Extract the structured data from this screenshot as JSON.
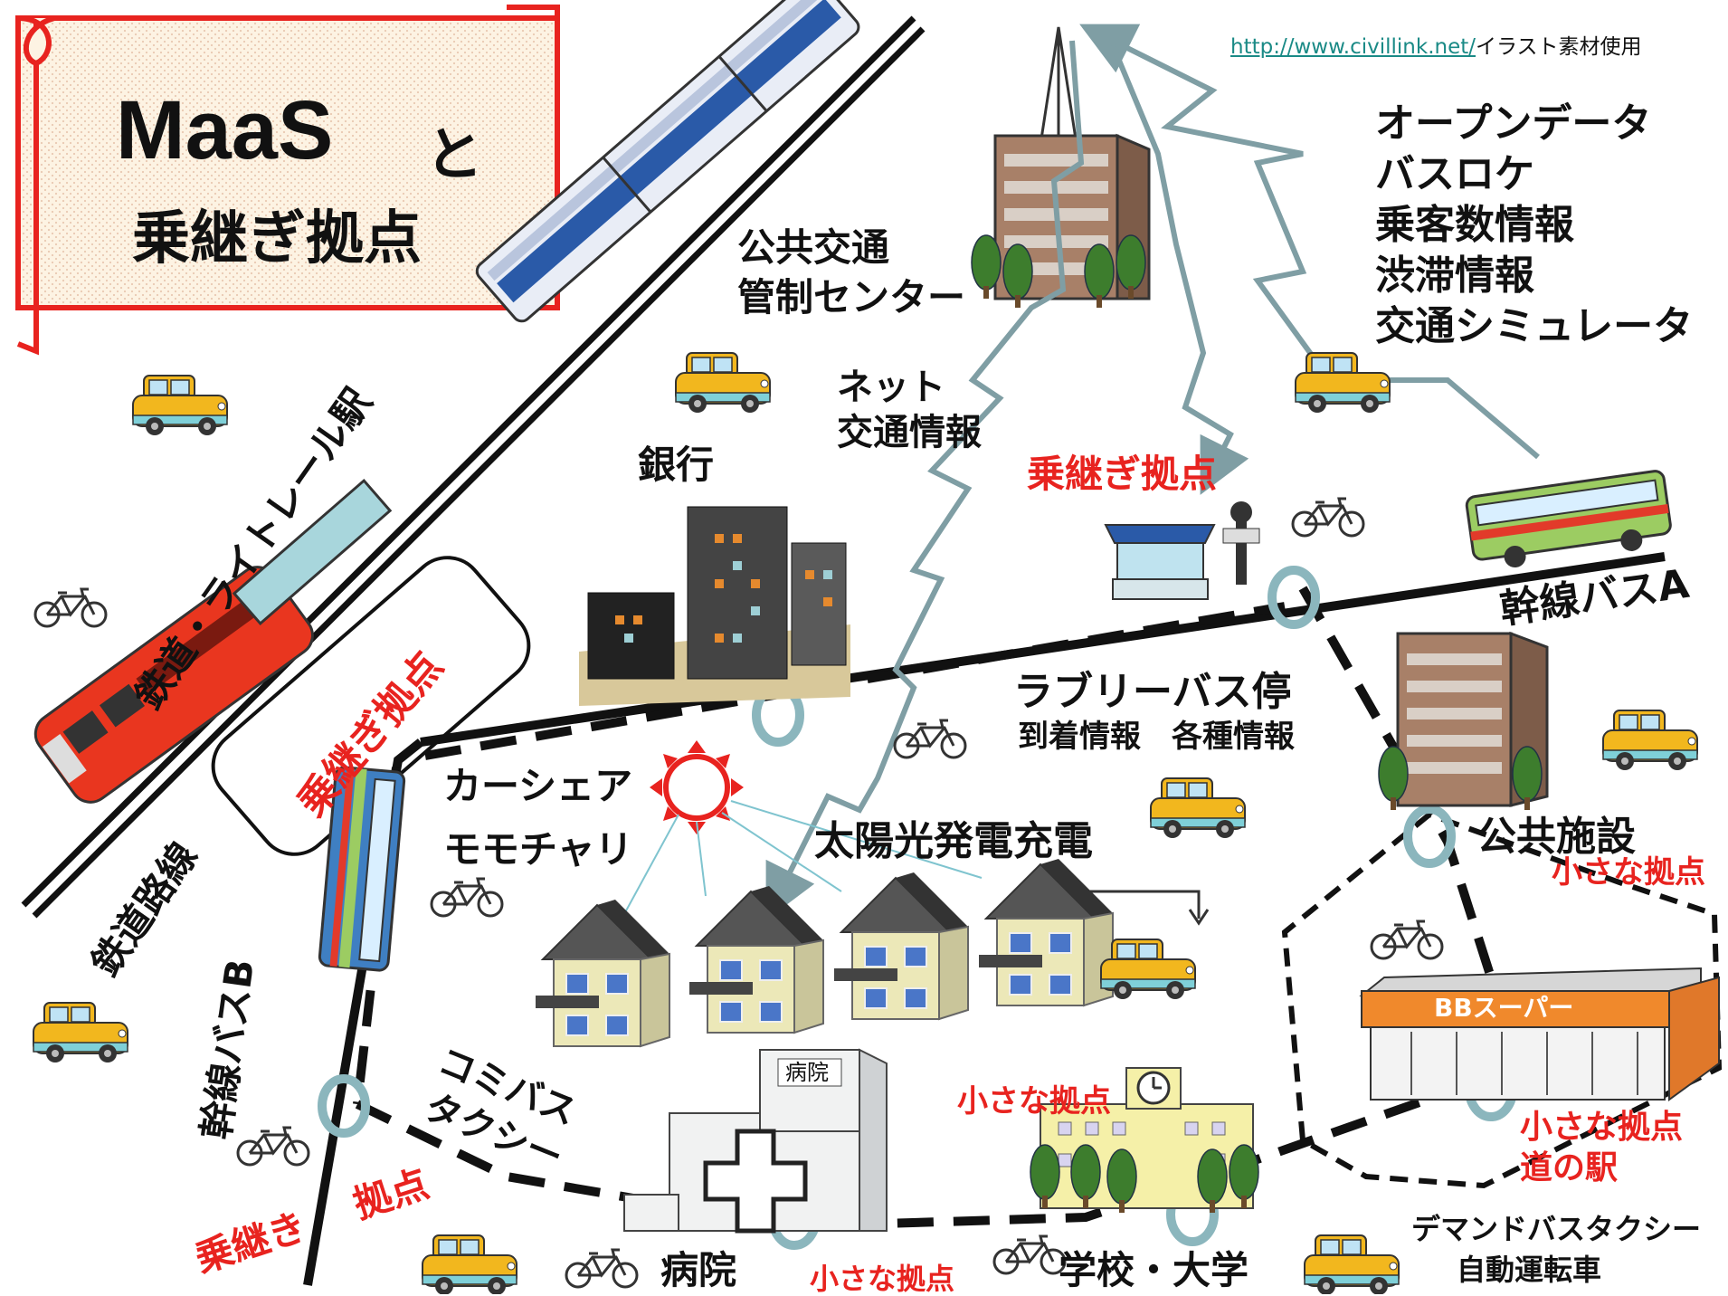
{
  "title": {
    "main": "MaaS",
    "connector": "と",
    "sub": "乗継ぎ拠点"
  },
  "credit": {
    "url": "http://www.civillink.net/",
    "text": "イラスト素材使用"
  },
  "open_data": {
    "items": [
      "オープンデータ",
      "バスロケ",
      "乗客数情報",
      "渋滞情報",
      "交通シミュレータ"
    ]
  },
  "labels": {
    "traffic_center_1": "公共交通",
    "traffic_center_2": "管制センター",
    "net_1": "ネット",
    "net_2": "交通情報",
    "bank": "銀行",
    "railway_station": "鉄道・ライトレール駅",
    "railway_line": "鉄道路線",
    "transfer_hub_station": "乗継ぎ拠点",
    "transfer_hub_bus": "乗継ぎ拠点",
    "trunk_bus_a": "幹線バスA",
    "trunk_bus_b": "幹線バスB",
    "lovely_bus_stop": "ラブリーバス停",
    "lovely_bus_info": "到着情報　各種情報",
    "car_share": "カーシェア",
    "momochari": "モモチャリ",
    "solar": "太陽光発電充電",
    "public_facility": "公共施設",
    "small_hub_public": "小さな拠点",
    "community_bus_1": "コミバス",
    "community_bus_2": "タクシー",
    "supermarket_sign": "BBスーパー",
    "small_hub_michi_1": "小さな拠点",
    "small_hub_michi_2": "道の駅",
    "small_hub_school": "小さな拠点",
    "hospital_sign": "病院",
    "hospital": "病院",
    "small_hub_hospital": "小さな拠点",
    "school": "学校・大学",
    "transfer_left": "乗継き",
    "hub_left": "拠点",
    "demand_1": "デマンドバスタクシー",
    "demand_2": "自動運転車"
  },
  "colors": {
    "hub_red": "#e8231f",
    "signal_line": "#7f9ea4",
    "ring": "#9ecbd1",
    "taxi": "#f2b71e"
  }
}
